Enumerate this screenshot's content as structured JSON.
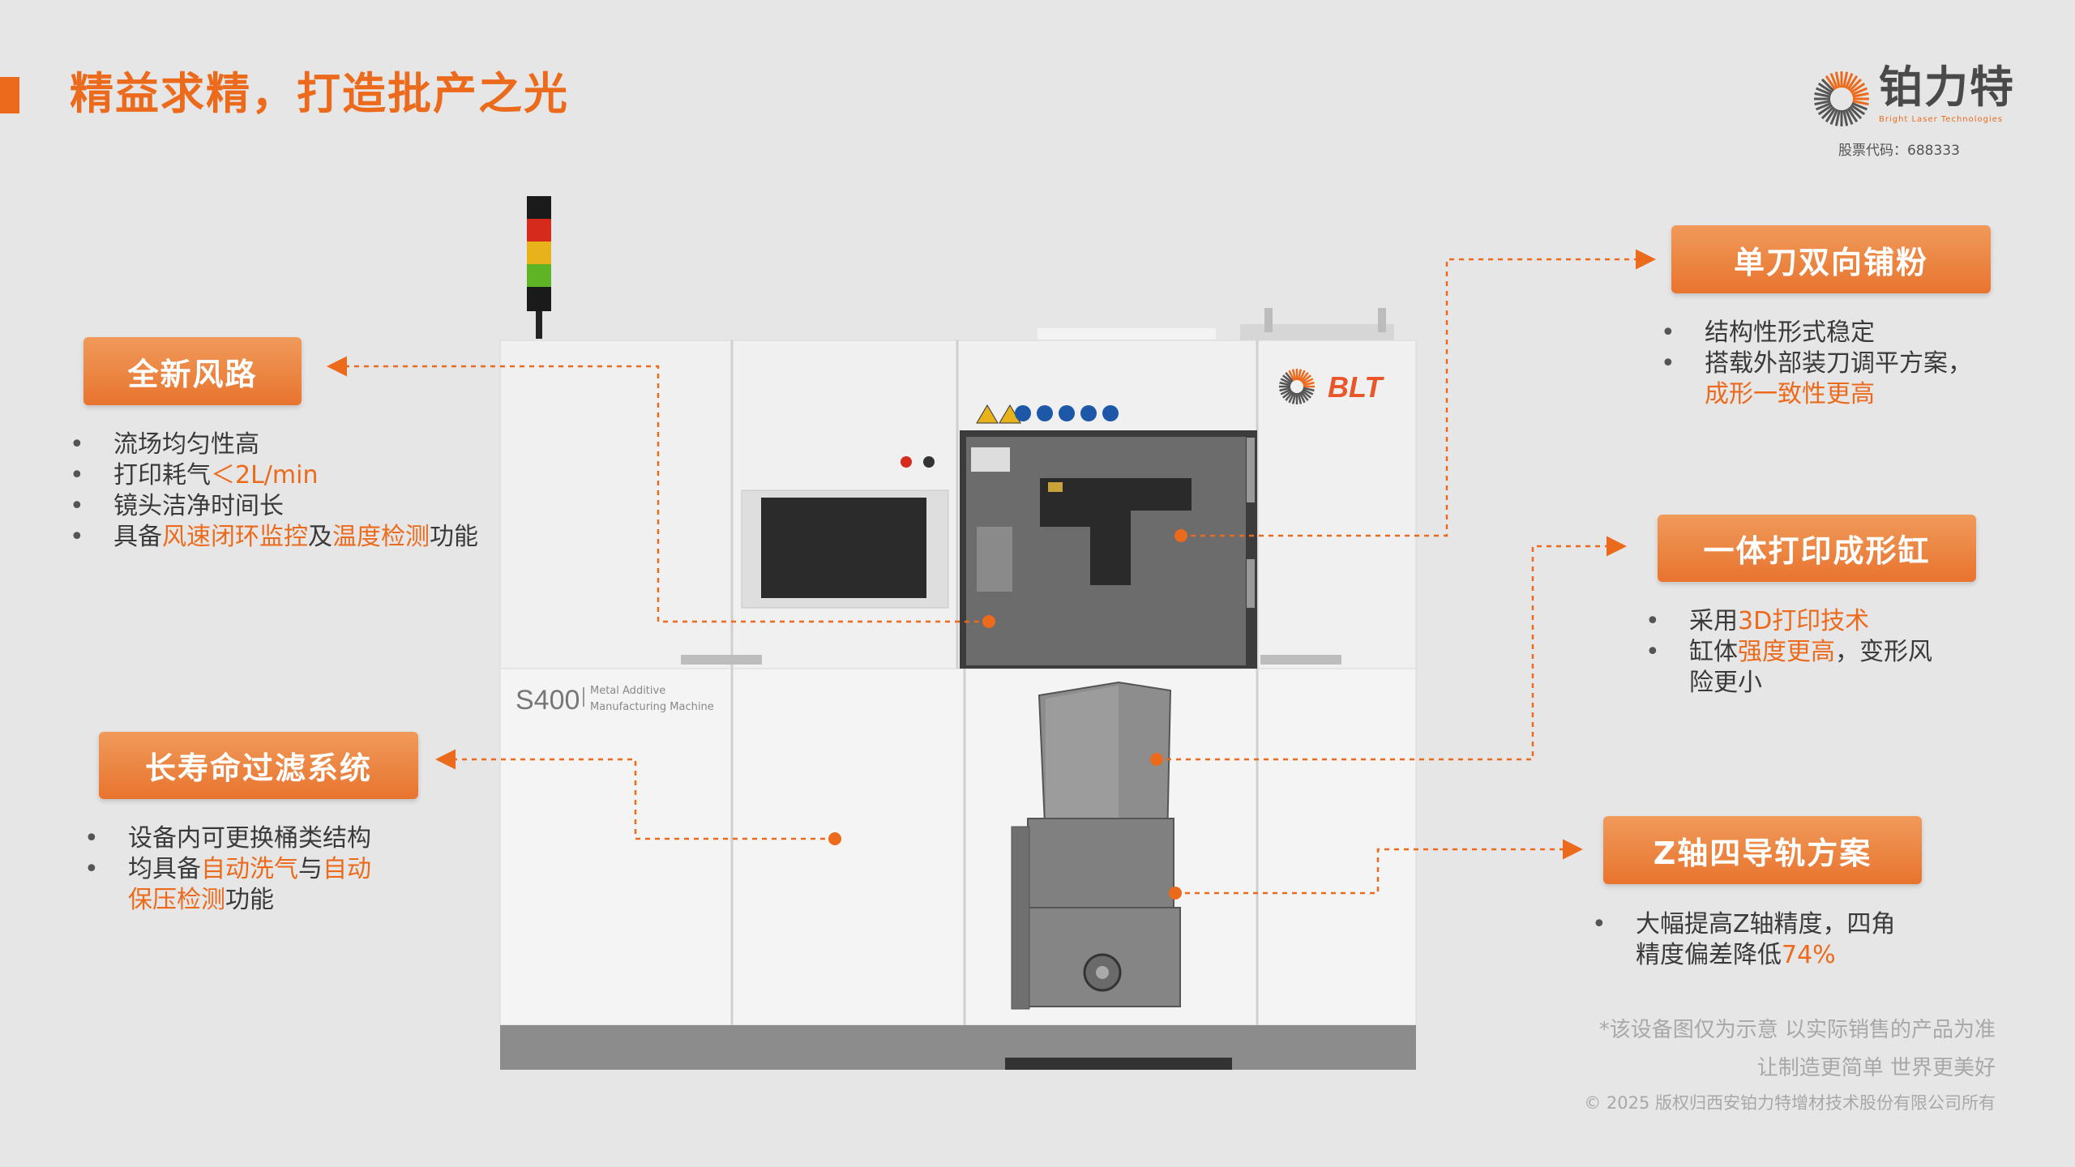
{
  "title": "精益求精，打造批产之光",
  "logo": {
    "name": "铂力特",
    "english": "Bright Laser Technologies",
    "stock_code": "股票代码：688333"
  },
  "machine": {
    "model": "S400",
    "subtitle_line1": "Metal Additive",
    "subtitle_line2": "Manufacturing Machine",
    "brand": "BLT"
  },
  "features": {
    "airflow": {
      "label": "全新风路",
      "items": [
        [
          {
            "t": "流场均匀性高"
          }
        ],
        [
          {
            "t": "打印耗气"
          },
          {
            "t": "＜2L/min",
            "hl": true
          }
        ],
        [
          {
            "t": "镜头洁净时间长"
          }
        ],
        [
          {
            "t": "具备"
          },
          {
            "t": "风速闭环监控",
            "hl": true
          },
          {
            "t": "及"
          },
          {
            "t": "温度检测",
            "hl": true
          },
          {
            "t": "功能"
          }
        ]
      ]
    },
    "filter": {
      "label": "长寿命过滤系统",
      "items": [
        [
          {
            "t": "设备内可更换桶类结构"
          }
        ],
        [
          {
            "t": "均具备"
          },
          {
            "t": "自动洗气",
            "hl": true
          },
          {
            "t": "与"
          },
          {
            "t": "自动",
            "hl": true
          }
        ],
        [
          {
            "t": "保压检测",
            "hl": true
          },
          {
            "t": "功能"
          }
        ]
      ]
    },
    "recoater": {
      "label": "单刀双向铺粉",
      "items": [
        [
          {
            "t": "结构性形式稳定"
          }
        ],
        [
          {
            "t": "搭载外部装刀调平方案，"
          }
        ],
        [
          {
            "t": "成形一致性更高",
            "hl": true
          }
        ]
      ]
    },
    "cylinder": {
      "label": "一体打印成形缸",
      "items": [
        [
          {
            "t": "采用"
          },
          {
            "t": "3D打印技术",
            "hl": true
          }
        ],
        [
          {
            "t": "缸体"
          },
          {
            "t": "强度更高",
            "hl": true
          },
          {
            "t": "，变形风"
          }
        ],
        [
          {
            "t": "险更小"
          }
        ]
      ]
    },
    "zaxis": {
      "label": "Z轴四导轨方案",
      "items": [
        [
          {
            "t": "大幅提高Z轴精度，四角"
          }
        ],
        [
          {
            "t": "精度偏差降低"
          },
          {
            "t": "74%",
            "hl": true
          }
        ]
      ]
    }
  },
  "footer": {
    "disclaimer": "*该设备图仅为示意 以实际销售的产品为准",
    "slogan": "让制造更简单 世界更美好",
    "copyright": "© 2025 版权归西安铂力特增材技术股份有限公司所有"
  },
  "colors": {
    "accent": "#ec6a1c"
  }
}
